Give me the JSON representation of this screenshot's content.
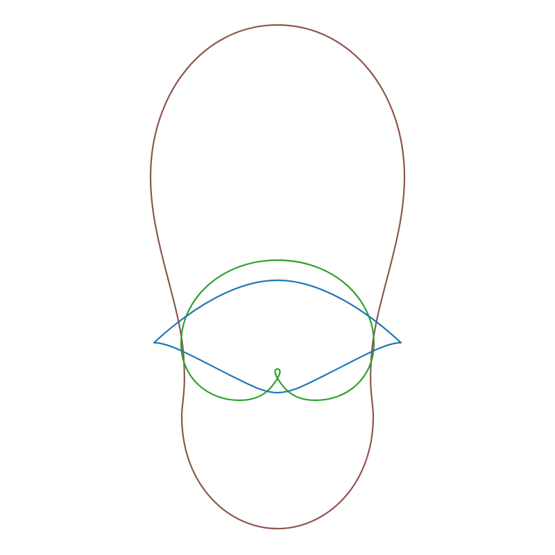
{
  "figure": {
    "background": "#ffffff",
    "curves": [
      {
        "id": "brown-closed-curve",
        "color": "#8c564b"
      },
      {
        "id": "green-looped-circle",
        "color": "#2ca02c"
      },
      {
        "id": "blue-lens-curve",
        "color": "#1f77b4"
      }
    ]
  }
}
